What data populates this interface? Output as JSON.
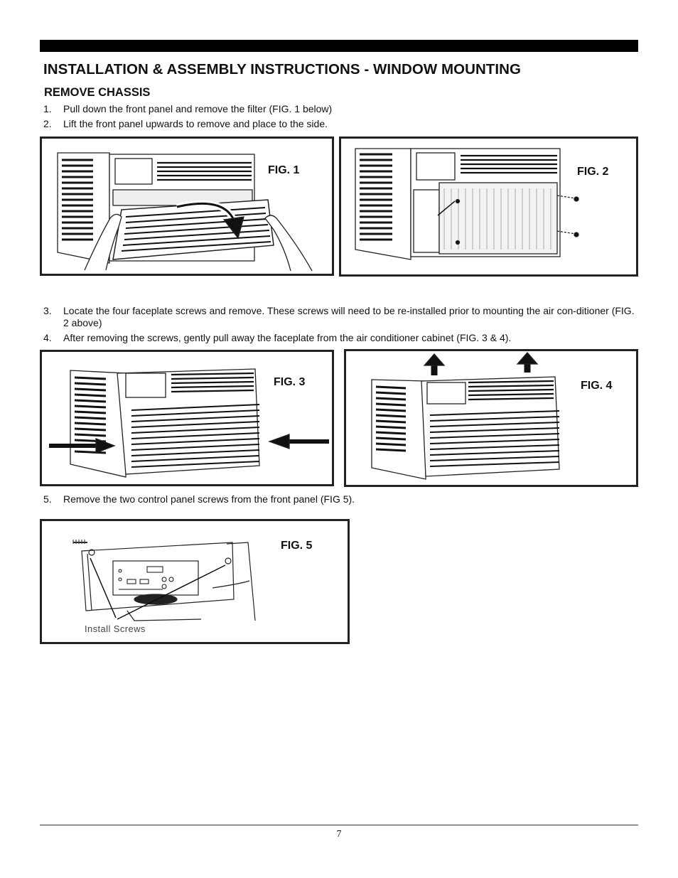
{
  "header": {
    "title": "INSTALLATION & ASSEMBLY INSTRUCTIONS - WINDOW MOUNTING",
    "subtitle": "REMOVE CHASSIS"
  },
  "steps": [
    {
      "num": "1.",
      "text": "Pull down the front panel and remove the filter (FIG. 1 below)"
    },
    {
      "num": "2.",
      "text": "Lift the front panel upwards to remove and place to the side."
    },
    {
      "num": "3.",
      "text": "Locate the four faceplate screws and remove. These screws will need to be re-installed prior to mounting the air con-ditioner (FIG. 2 above)"
    },
    {
      "num": "4.",
      "text": "After removing the screws, gently pull away the faceplate from the air conditioner cabinet (FIG. 3 & 4)."
    },
    {
      "num": "5.",
      "text": "Remove the two control panel screws from the front panel (FIG 5)."
    }
  ],
  "figures": {
    "fig1": {
      "label": "FIG. 1",
      "icon": "ac-unit-filter-removal-illustration"
    },
    "fig2": {
      "label": "FIG. 2",
      "icon": "ac-unit-faceplate-screws-illustration"
    },
    "fig3": {
      "label": "FIG. 3",
      "icon": "ac-unit-faceplate-pull-illustration"
    },
    "fig4": {
      "label": "FIG. 4",
      "icon": "ac-unit-faceplate-lift-illustration"
    },
    "fig5": {
      "label": "FIG. 5",
      "caption": "Install Screws",
      "icon": "control-panel-screws-illustration"
    }
  },
  "footer": {
    "page_number": "7"
  }
}
